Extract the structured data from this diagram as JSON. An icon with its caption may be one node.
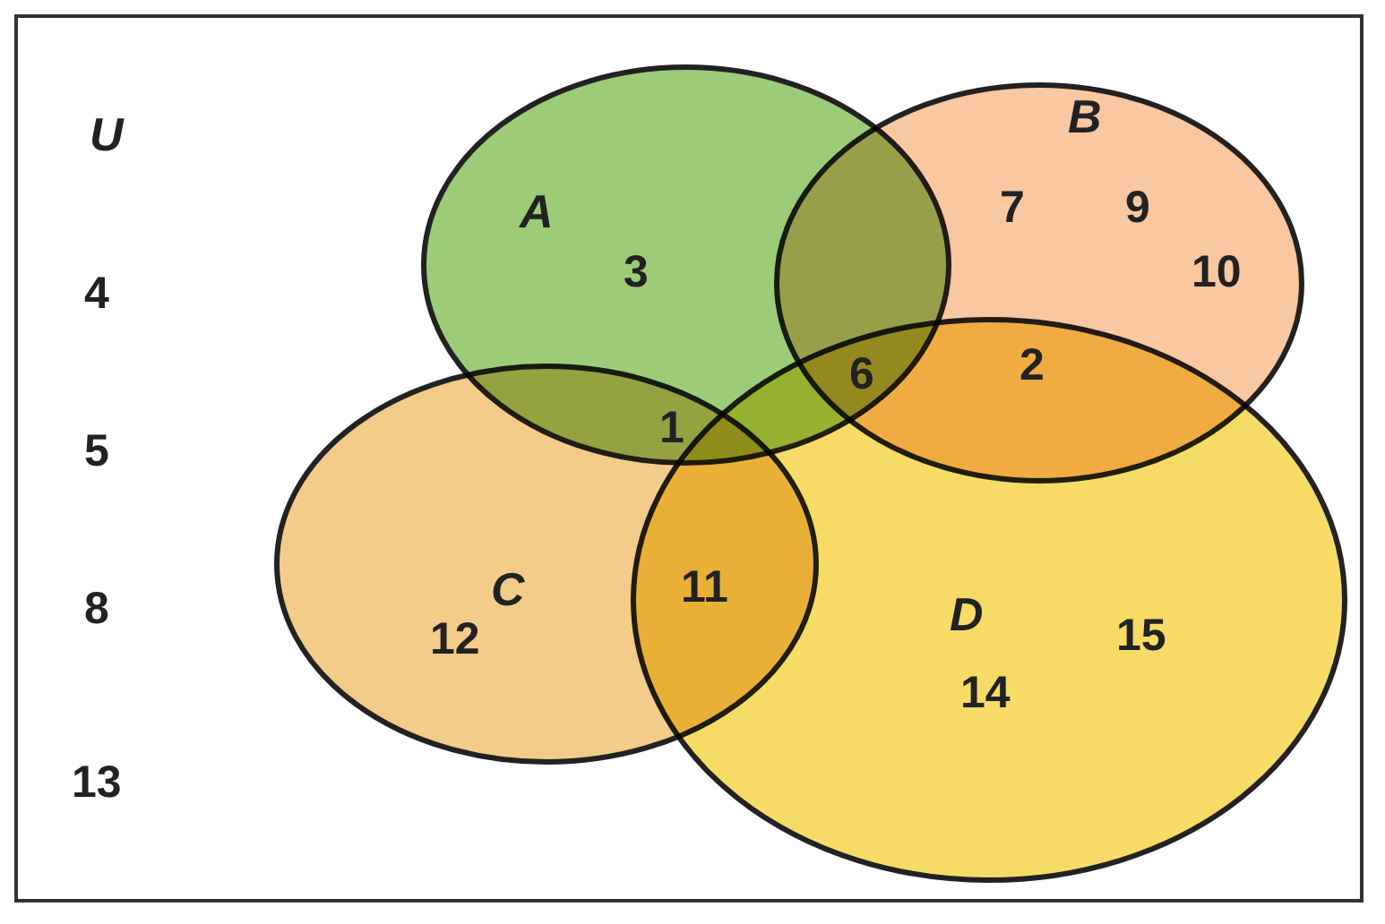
{
  "diagram": {
    "nodes": [
      {
        "text": [
          "U"
        ]
      },
      {
        "text": [
          "A"
        ],
        "in": 0
      },
      {
        "text": [
          "B"
        ],
        "in": 0
      },
      {
        "text": [
          "C"
        ],
        "in": 0
      },
      {
        "text": [
          "D"
        ],
        "in": 0
      }
    ],
    "labels": [
      "7",
      "9",
      "3",
      "10",
      "4",
      "6",
      "2",
      "1",
      "5",
      "11",
      "8",
      "12",
      "15",
      "14",
      "13"
    ]
  }
}
